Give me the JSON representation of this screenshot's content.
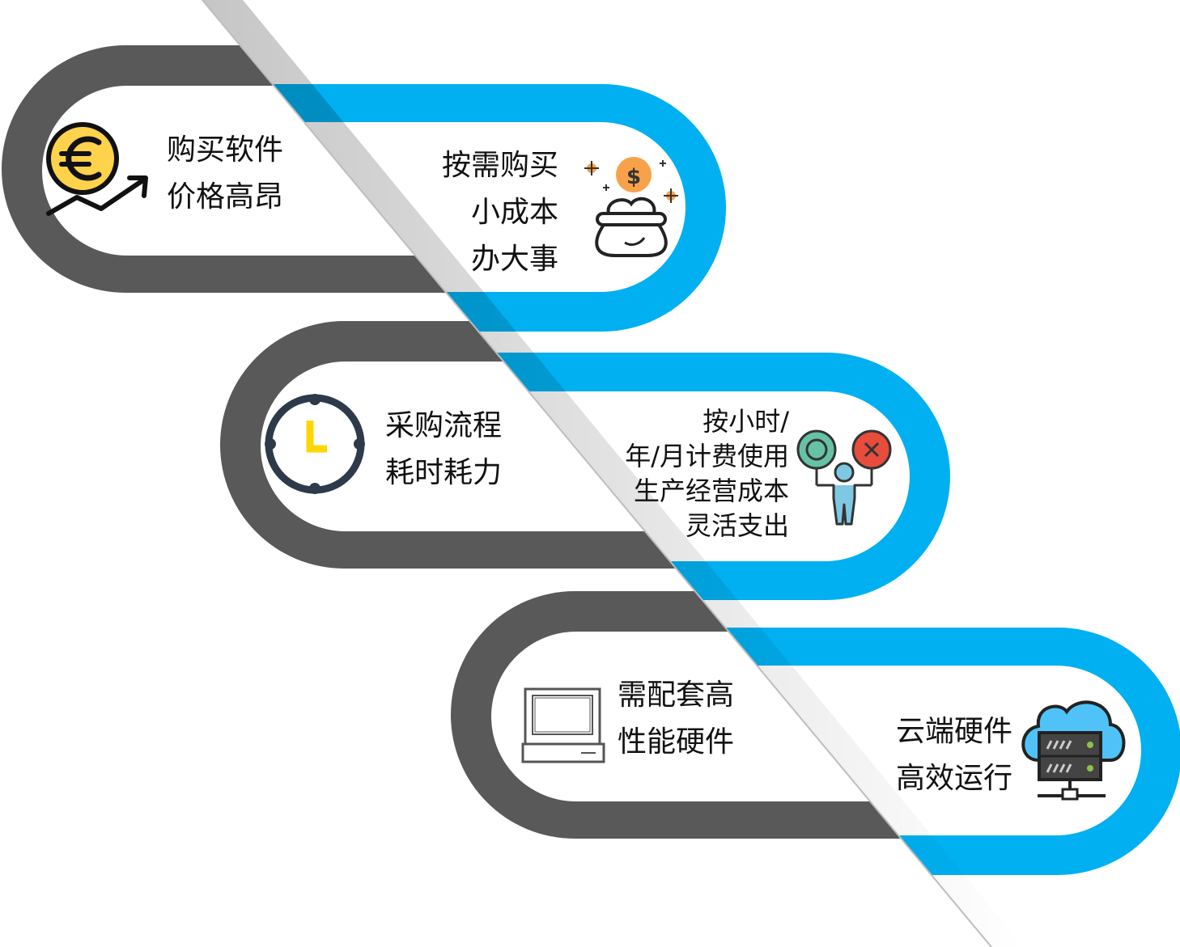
{
  "rows": [
    {
      "left": {
        "lines": [
          "购买软件",
          "价格高昂"
        ],
        "icon": "euro-price-up-icon"
      },
      "right": {
        "lines": [
          "按需购买",
          "小成本",
          "办大事"
        ],
        "icon": "money-pot-icon"
      }
    },
    {
      "left": {
        "lines": [
          "采购流程",
          "耗时耗力"
        ],
        "icon": "clock-icon"
      },
      "right": {
        "lines": [
          "按小时/",
          "年/月计费使用",
          "生产经营成本",
          "灵活支出"
        ],
        "icon": "person-choice-icon"
      }
    },
    {
      "left": {
        "lines": [
          "需配套高",
          "性能硬件"
        ],
        "icon": "computer-icon"
      },
      "right": {
        "lines": [
          "云端硬件",
          "高效运行"
        ],
        "icon": "cloud-server-icon"
      }
    }
  ],
  "colors": {
    "gray": "#595959",
    "blue": "#00B0F0",
    "clock": "#2D3A4A",
    "accent": "#FFD700"
  }
}
